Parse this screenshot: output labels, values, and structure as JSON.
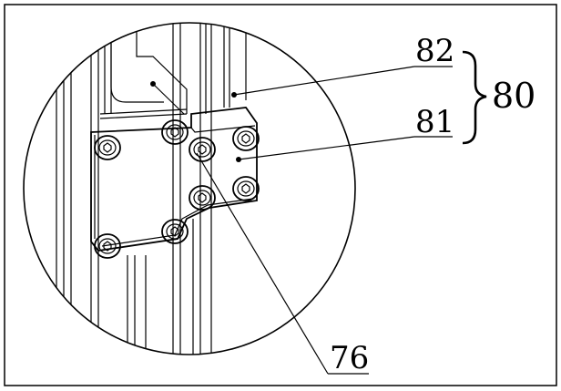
{
  "labels": {
    "l82": "82",
    "l81": "81",
    "l80": "80",
    "l76": "76"
  },
  "icons": {
    "group_brace": "right-curly-brace"
  },
  "colors": {
    "line": "#000000",
    "background": "#ffffff"
  }
}
